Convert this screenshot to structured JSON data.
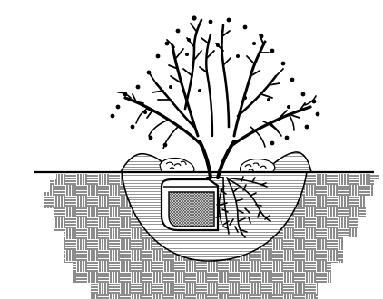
{
  "diagram": {
    "subject": "shrub-planting-cross-section",
    "colors": {
      "background": "#ffffff",
      "ink": "#000000",
      "soil_pattern": "#000000",
      "fill_stipple": "#bdbdbd",
      "rootball": "#9e9e9e"
    },
    "elements": [
      "shrub-canopy",
      "ground-line",
      "soil-weave-pattern",
      "planting-pit",
      "soil-berm-left",
      "soil-berm-right",
      "mulch-left",
      "mulch-right",
      "container-rootball",
      "spread-roots"
    ]
  }
}
